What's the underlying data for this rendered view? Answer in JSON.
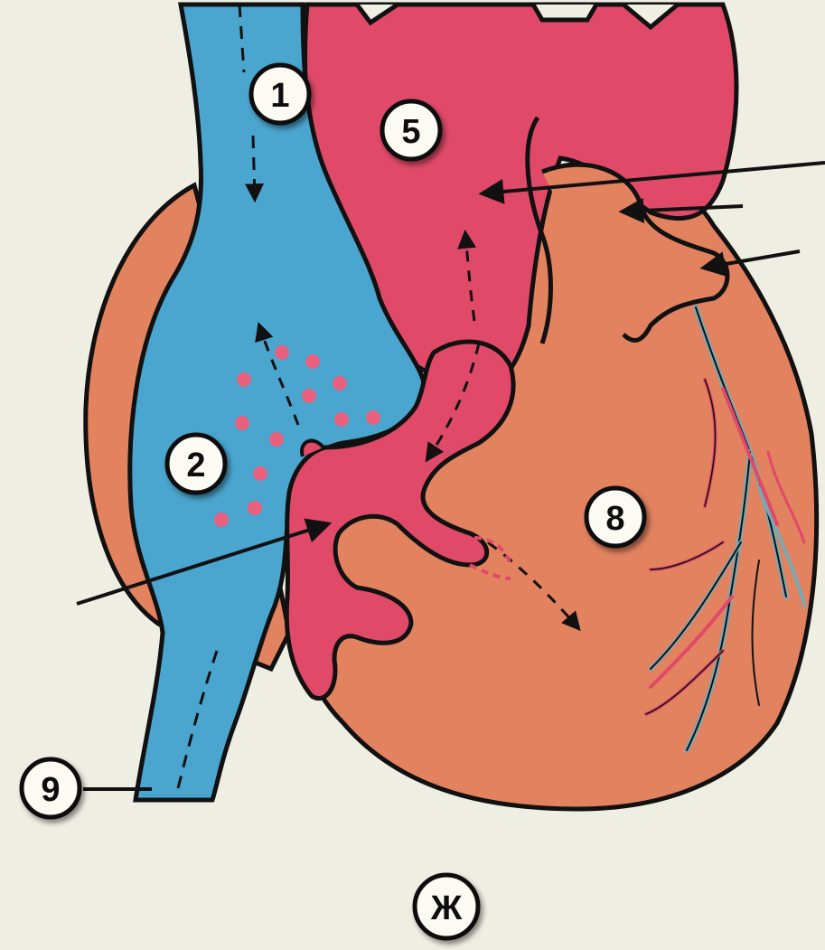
{
  "diagram": {
    "callouts": [
      {
        "id": "c1",
        "label": "1"
      },
      {
        "id": "c5",
        "label": "5"
      },
      {
        "id": "c2",
        "label": "2"
      },
      {
        "id": "c8",
        "label": "8"
      },
      {
        "id": "c9",
        "label": "9"
      }
    ],
    "panel_label": "Ж"
  },
  "colors": {
    "background": "#efeee3",
    "venous_blue": "#4aa5cf",
    "arterial_red": "#e04a68",
    "myocardium": "#e2825f",
    "outline": "#111111",
    "oxygen_dots": "#e9607e",
    "coronary_artery": "#e04a68",
    "coronary_vein": "#7aa9b4",
    "callout_fill": "#fbfbf4"
  }
}
